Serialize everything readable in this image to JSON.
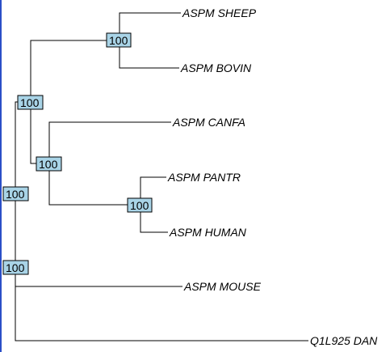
{
  "tree": {
    "nodes": {
      "n_root_top": {
        "support": "100"
      },
      "n_root_mid": {
        "support": "100"
      },
      "n_top": {
        "support": "100"
      },
      "n_sheep_bovin": {
        "support": "100"
      },
      "n_lower": {
        "support": "100"
      },
      "n_pantr_human": {
        "support": "100"
      }
    },
    "leaves": {
      "sheep": {
        "label": "ASPM SHEEP"
      },
      "bovin": {
        "label": "ASPM BOVIN"
      },
      "canfa": {
        "label": "ASPM CANFA"
      },
      "pantr": {
        "label": "ASPM PANTR"
      },
      "human": {
        "label": "ASPM HUMAN"
      },
      "mouse": {
        "label": "ASPM MOUSE"
      },
      "dan": {
        "label": "Q1L925 DAN"
      }
    }
  }
}
